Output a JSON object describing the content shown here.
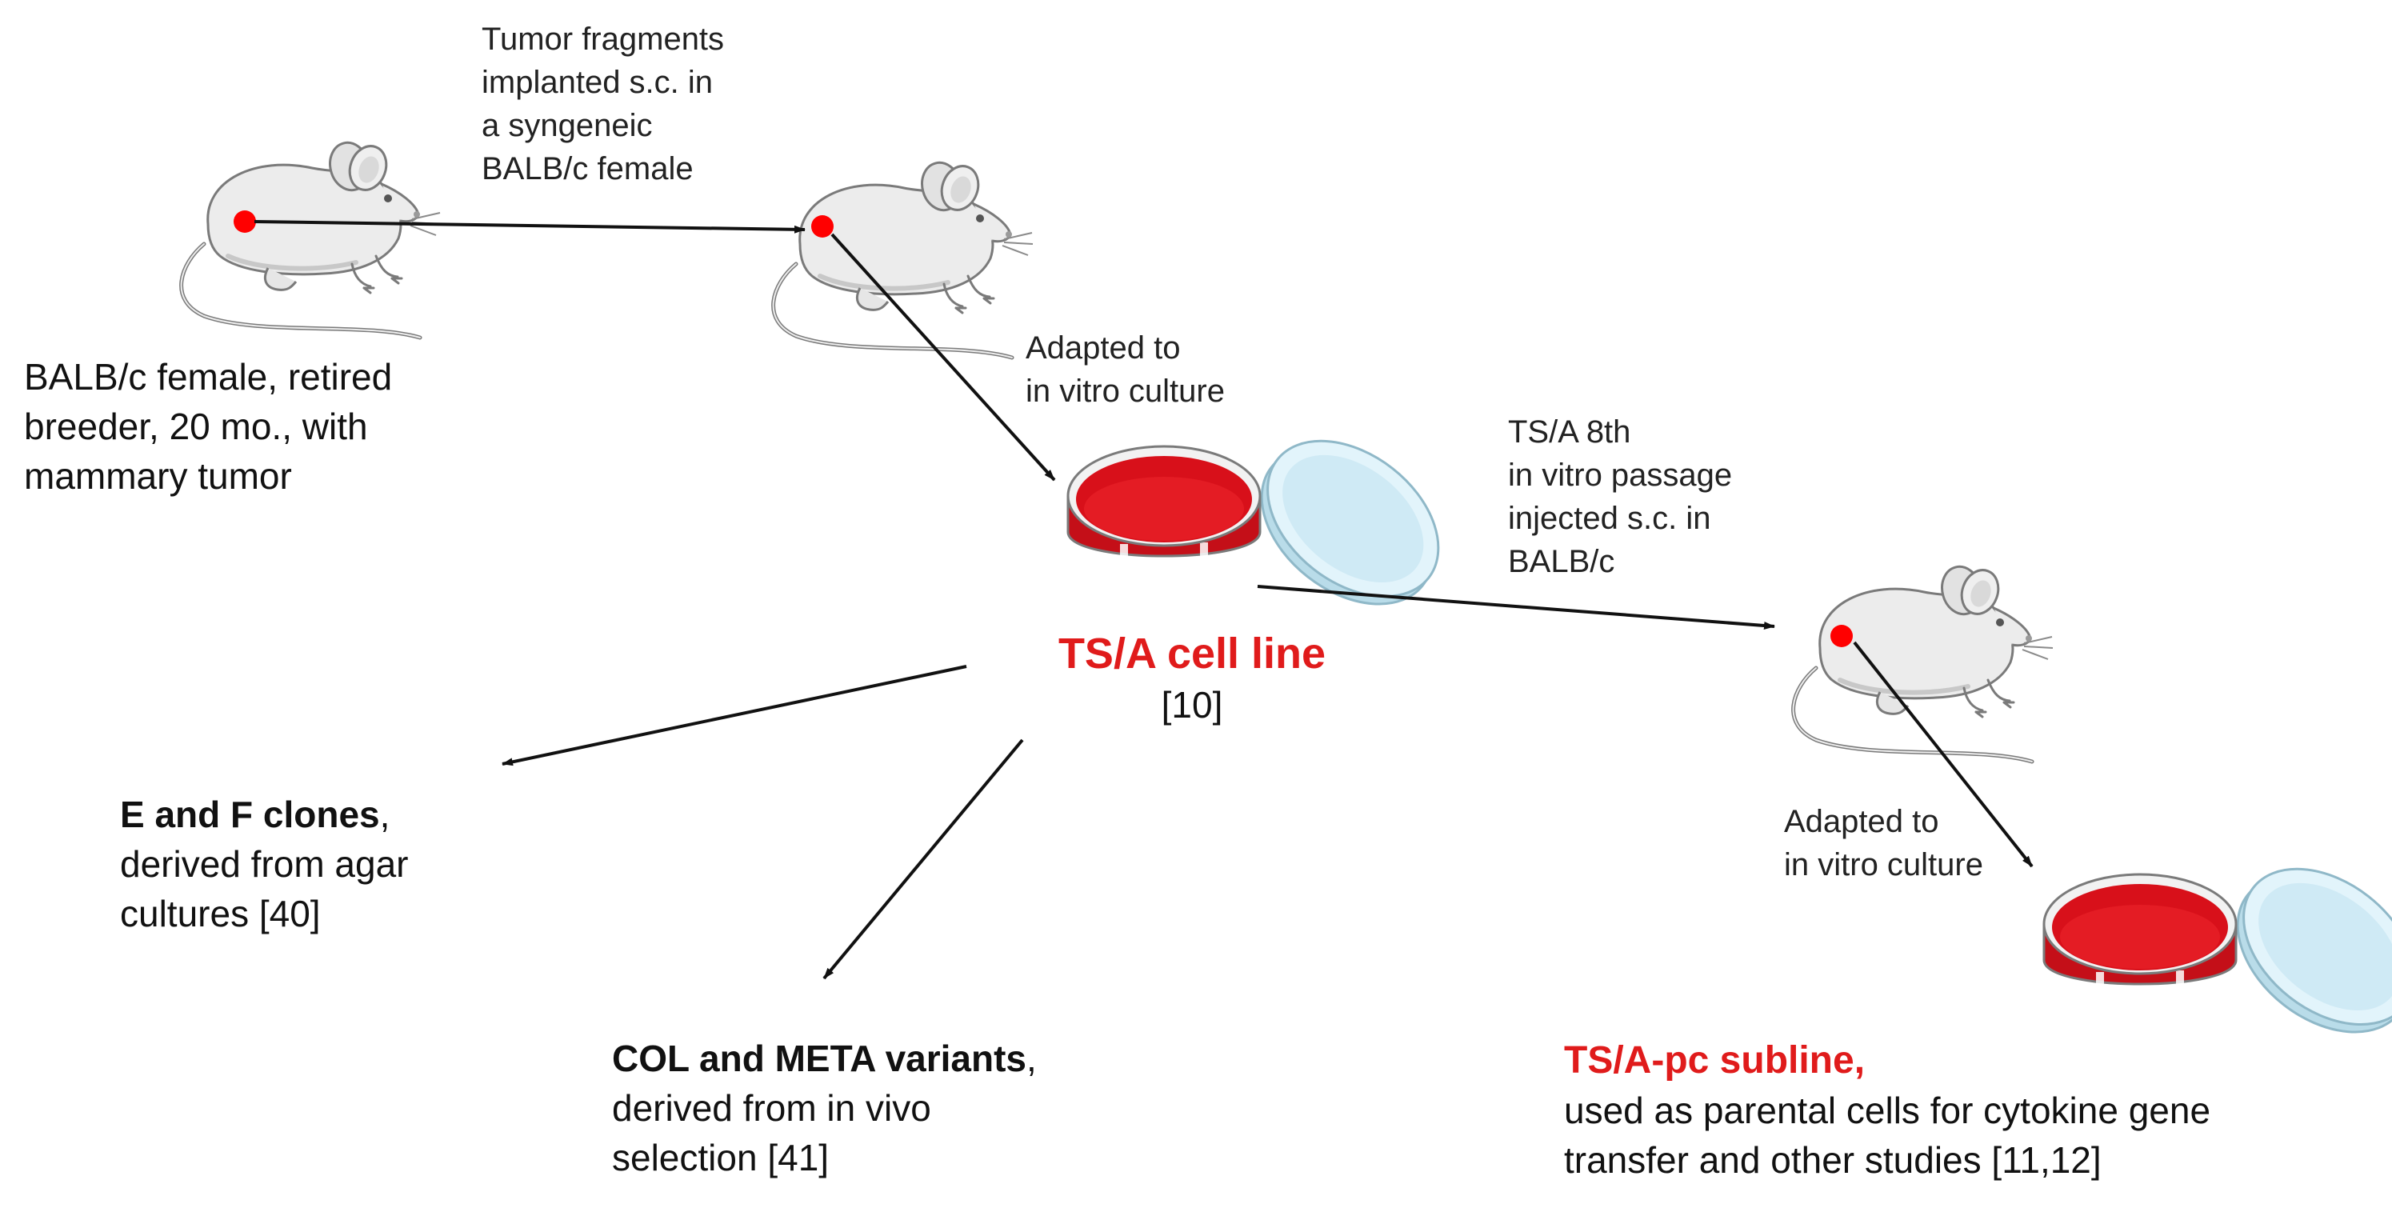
{
  "labels": {
    "tumor_fragments": [
      "Tumor fragments",
      "implanted s.c. in",
      "a syngeneic",
      "BALB/c female"
    ],
    "donor": [
      "BALB/c female, retired",
      "breeder, 20 mo., with",
      "mammary tumor"
    ],
    "adapted_1": [
      "Adapted to",
      "in vitro culture"
    ],
    "ts_a_8th": [
      "TS/A 8th",
      "in vitro passage",
      "injected s.c. in",
      "BALB/c"
    ],
    "ts_a_cell_line": {
      "title": "TS/A cell line",
      "ref": "[10]"
    },
    "e_f_clones": {
      "bold": "E and F clones",
      "tail": ",",
      "lines": [
        "derived from agar",
        "cultures [40]"
      ]
    },
    "col_meta": {
      "bold": "COL and META variants",
      "tail": ",",
      "lines": [
        "derived from in vivo",
        "selection [41]"
      ]
    },
    "adapted_2": [
      "Adapted to",
      "in vitro culture"
    ],
    "ts_a_pc": {
      "title": "TS/A-pc subline,",
      "lines": [
        "used as parental cells for cytokine gene",
        "transfer and other studies [11,12]"
      ]
    }
  },
  "colors": {
    "accent_red": "#e01b1b",
    "mouse_body": "#ececec",
    "mouse_outline": "#7a7a7a",
    "dish_medium": "#d8101a",
    "dish_lid": "#cfeaf5",
    "arrow": "#111111"
  },
  "icons": [
    "mouse-icon",
    "tumor-dot-icon",
    "petri-dish-icon"
  ]
}
